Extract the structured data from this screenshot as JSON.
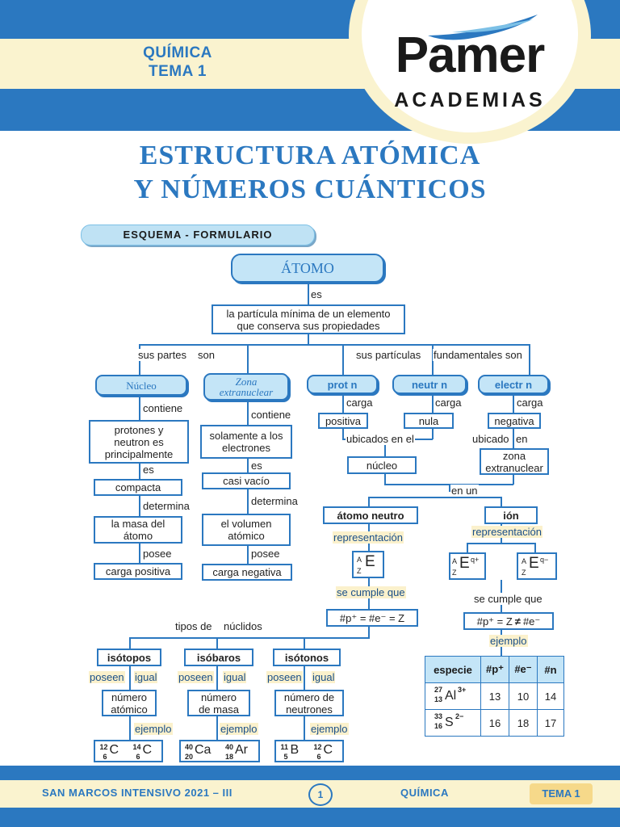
{
  "header": {
    "subject": "QUÍMICA",
    "topic": "TEMA 1",
    "brand": "Pamer",
    "brand_sub": "ACADEMIAS"
  },
  "title_line1": "ESTRUCTURA ATÓMICA",
  "title_line2": "Y NÚMEROS CUÁNTICOS",
  "section_tag": "ESQUEMA - FORMULARIO",
  "map": {
    "atomo": "ÁTOMO",
    "es": "es",
    "definicion1": "la partícula mínima de un elemento",
    "definicion2": "que conserva sus propiedades",
    "sus_partes": "sus partes",
    "son": "son",
    "sus_particulas": "sus partículas",
    "fundamentales_son": "fundamentales son",
    "nucleo": "Núcleo",
    "zona1": "Zona",
    "zona2": "extranuclear",
    "proton": "prot n",
    "neutron": "neutr n",
    "electron": "electr n",
    "contiene": "contiene",
    "nucleo_contenido": "protones y neutron es principalmente",
    "zona_contenido": "solamente a los electrones",
    "compacta": "compacta",
    "casi_vacio": "casi vacío",
    "determina": "determina",
    "masa_atomo": "la masa del átomo",
    "volumen_atomico": "el volumen atómico",
    "posee": "posee",
    "carga_positiva": "carga positiva",
    "carga_negativa": "carga negativa",
    "carga": "carga",
    "positiva": "positiva",
    "nula": "nula",
    "negativa": "negativa",
    "ubicados_en_el": "ubicados en el",
    "ubicado": "ubicado",
    "en": "en",
    "nucleo_lower": "núcleo",
    "zona_extranuclear": "zona extranuclear",
    "en_un": "en un",
    "atomo_neutro": "átomo neutro",
    "ion": "ión",
    "representacion": "representación",
    "se_cumple_que": "se cumple que",
    "neutral_rule": "#p⁺ = #e⁻ = Z",
    "ion_rule_a": "#p⁺ = Z",
    "ion_rule_b": "#e⁻",
    "ejemplo": "ejemplo",
    "tipos_de": "tipos de",
    "nuclidos": "núclidos",
    "isotopos": "isótopos",
    "isobaros": "isóbaros",
    "isotonos": "isótonos",
    "poseen": "poseen",
    "igual": "igual",
    "numero_atomico": "número atómico",
    "numero_masa": "número de masa",
    "numero_neutrones": "número de neutrones"
  },
  "table": {
    "headers": [
      "especie",
      "#p⁺",
      "#e⁻",
      "#n"
    ],
    "rows": [
      {
        "species": "Al",
        "A": "27",
        "Z": "13",
        "charge": "3+",
        "p": "13",
        "e": "10",
        "n": "14"
      },
      {
        "species": "S",
        "A": "33",
        "Z": "16",
        "charge": "2−",
        "p": "16",
        "e": "18",
        "n": "17"
      }
    ]
  },
  "examples": {
    "isotopos": [
      {
        "A": "12",
        "Z": "6",
        "el": "C"
      },
      {
        "A": "14",
        "Z": "6",
        "el": "C"
      }
    ],
    "isobaros": [
      {
        "A": "40",
        "Z": "20",
        "el": "Ca"
      },
      {
        "A": "40",
        "Z": "18",
        "el": "Ar"
      }
    ],
    "isotonos": [
      {
        "A": "11",
        "Z": "5",
        "el": "B"
      },
      {
        "A": "12",
        "Z": "6",
        "el": "C"
      }
    ]
  },
  "footer": {
    "left": "SAN MARCOS INTENSIVO 2021 – III",
    "page": "1",
    "center": "QUÍMICA",
    "badge": "TEMA 1"
  }
}
